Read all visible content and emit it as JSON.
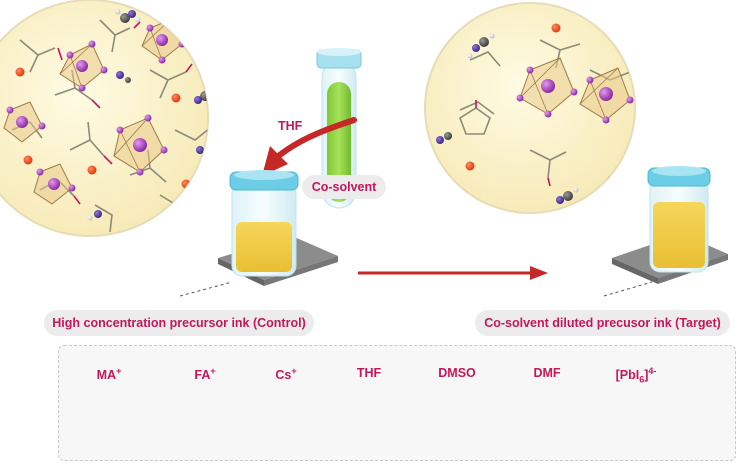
{
  "labels": {
    "thf_arrow": "THF",
    "cosolvent_tube": "Co-solvent",
    "control_ink": "High concentration precursor ink (Control)",
    "target_ink": "Co-solvent diluted precusor ink (Target)"
  },
  "legend": {
    "ma": {
      "base": "MA",
      "charge": "+"
    },
    "fa": {
      "base": "FA",
      "charge": "+"
    },
    "cs": {
      "base": "Cs",
      "charge": "+"
    },
    "thf": {
      "base": "THF"
    },
    "dmso": {
      "base": "DMSO"
    },
    "dmf": {
      "base": "DMF"
    },
    "pbi6": {
      "base": "[PbI",
      "sub": "6",
      "close": "]",
      "charge": "4-"
    }
  },
  "colors": {
    "accent": "#c2185b",
    "arrow": "#c62828",
    "cesium": "#ef4e23",
    "iodine": "#a23bb5",
    "nitrogen": "#4a2f9b",
    "solution": "#fbf1c4",
    "ink_yellow": "#f2cf47",
    "cosolvent_green": "#8fd141",
    "vial_cap": "#6ccde6"
  }
}
